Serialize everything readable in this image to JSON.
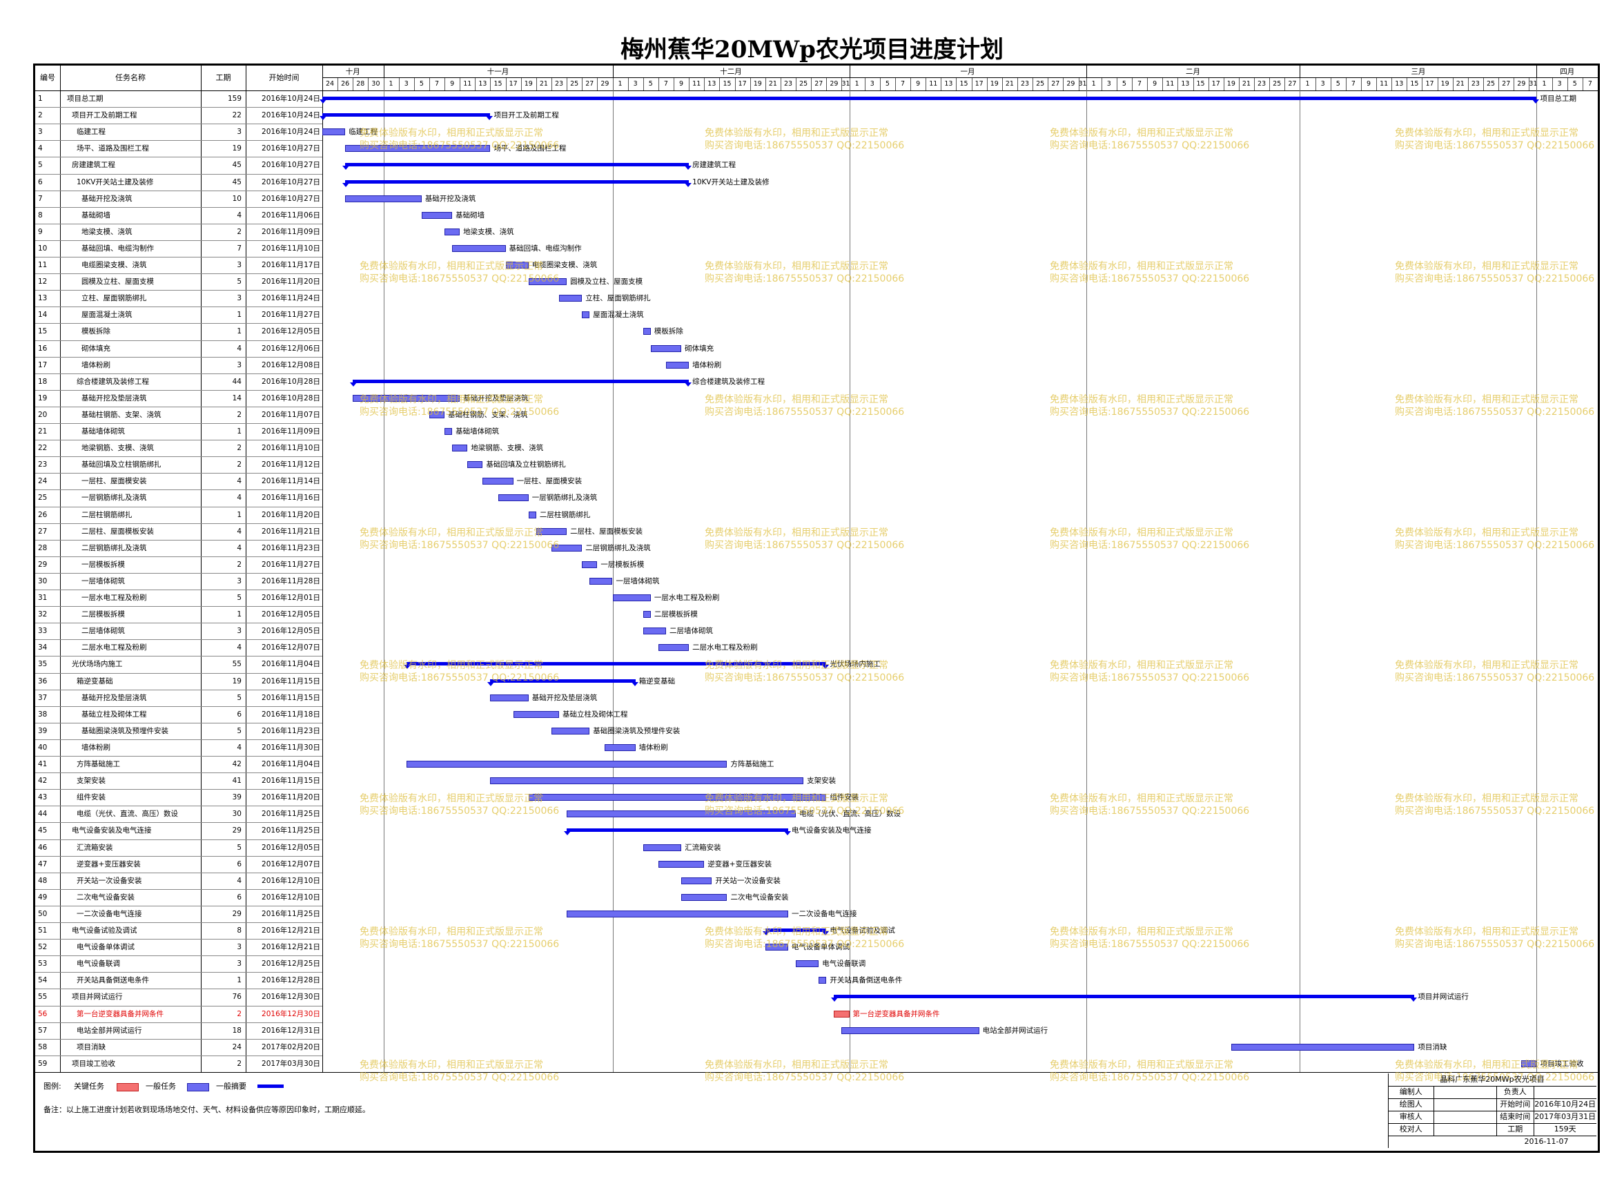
{
  "title": "梅州蕉华20MWp农光项目进度计划",
  "headers": {
    "no": "编号",
    "name": "任务名称",
    "dur": "工期",
    "start": "开始时间"
  },
  "months": [
    {
      "label": "十月",
      "first": "2016-10-24",
      "last": "2016-10-31"
    },
    {
      "label": "十一月",
      "first": "2016-11-01",
      "last": "2016-11-30"
    },
    {
      "label": "十二月",
      "first": "2016-12-01",
      "last": "2016-12-31"
    },
    {
      "label": "一月",
      "first": "2017-01-01",
      "last": "2017-01-31"
    },
    {
      "label": "二月",
      "first": "2017-02-01",
      "last": "2017-02-28"
    },
    {
      "label": "三月",
      "first": "2017-03-01",
      "last": "2017-03-31"
    },
    {
      "label": "四月",
      "first": "2017-04-01",
      "last": "2017-04-08"
    }
  ],
  "timeline": {
    "start": "2016-10-24",
    "end": "2017-04-08"
  },
  "tasks": [
    {
      "no": "1",
      "name": "项目总工期",
      "dur": "159",
      "start": "2016年10月24日",
      "indent": 1,
      "type": "summary",
      "s": "2016-10-24",
      "d": 159,
      "label": "项目总工期"
    },
    {
      "no": "2",
      "name": "项目开工及前期工程",
      "dur": "22",
      "start": "2016年10月24日",
      "indent": 2,
      "type": "summary",
      "s": "2016-10-24",
      "d": 22,
      "label": "项目开工及前期工程"
    },
    {
      "no": "3",
      "name": "临建工程",
      "dur": "3",
      "start": "2016年10月24日",
      "indent": 3,
      "type": "task",
      "s": "2016-10-24",
      "d": 3,
      "label": "临建工程"
    },
    {
      "no": "4",
      "name": "场平、道路及围栏工程",
      "dur": "19",
      "start": "2016年10月27日",
      "indent": 3,
      "type": "task",
      "s": "2016-10-27",
      "d": 19,
      "label": "场平、道路及围栏工程"
    },
    {
      "no": "5",
      "name": "房建建筑工程",
      "dur": "45",
      "start": "2016年10月27日",
      "indent": 2,
      "type": "summary",
      "s": "2016-10-27",
      "d": 45,
      "label": "房建建筑工程"
    },
    {
      "no": "6",
      "name": "10KV开关站土建及装修",
      "dur": "45",
      "start": "2016年10月27日",
      "indent": 3,
      "type": "summary",
      "s": "2016-10-27",
      "d": 45,
      "label": "10KV开关站土建及装修"
    },
    {
      "no": "7",
      "name": "基础开挖及浇筑",
      "dur": "10",
      "start": "2016年10月27日",
      "indent": 4,
      "type": "task",
      "s": "2016-10-27",
      "d": 10,
      "label": "基础开挖及浇筑"
    },
    {
      "no": "8",
      "name": "基础砌墙",
      "dur": "4",
      "start": "2016年11月06日",
      "indent": 4,
      "type": "task",
      "s": "2016-11-06",
      "d": 4,
      "label": "基础砌墙"
    },
    {
      "no": "9",
      "name": "地梁支模、浇筑",
      "dur": "2",
      "start": "2016年11月09日",
      "indent": 4,
      "type": "task",
      "s": "2016-11-09",
      "d": 2,
      "label": "地梁支模、浇筑"
    },
    {
      "no": "10",
      "name": "基础回填、电缆沟制作",
      "dur": "7",
      "start": "2016年11月10日",
      "indent": 4,
      "type": "task",
      "s": "2016-11-10",
      "d": 7,
      "label": "基础回填、电缆沟制作"
    },
    {
      "no": "11",
      "name": "电缆圈梁支模、浇筑",
      "dur": "3",
      "start": "2016年11月17日",
      "indent": 4,
      "type": "task",
      "s": "2016-11-17",
      "d": 3,
      "label": "电缆圈梁支模、浇筑"
    },
    {
      "no": "12",
      "name": "圆模及立柱、屋面支模",
      "dur": "5",
      "start": "2016年11月20日",
      "indent": 4,
      "type": "task",
      "s": "2016-11-20",
      "d": 5,
      "label": "圆模及立柱、屋面支模"
    },
    {
      "no": "13",
      "name": "立柱、屋面钢筋绑扎",
      "dur": "3",
      "start": "2016年11月24日",
      "indent": 4,
      "type": "task",
      "s": "2016-11-24",
      "d": 3,
      "label": "立柱、屋面钢筋绑扎"
    },
    {
      "no": "14",
      "name": "屋面混凝土浇筑",
      "dur": "1",
      "start": "2016年11月27日",
      "indent": 4,
      "type": "task",
      "s": "2016-11-27",
      "d": 1,
      "label": "屋面混凝土浇筑"
    },
    {
      "no": "15",
      "name": "模板拆除",
      "dur": "1",
      "start": "2016年12月05日",
      "indent": 4,
      "type": "task",
      "s": "2016-12-05",
      "d": 1,
      "label": "模板拆除"
    },
    {
      "no": "16",
      "name": "砌体填充",
      "dur": "4",
      "start": "2016年12月06日",
      "indent": 4,
      "type": "task",
      "s": "2016-12-06",
      "d": 4,
      "label": "砌体填充"
    },
    {
      "no": "17",
      "name": "墙体粉刷",
      "dur": "3",
      "start": "2016年12月08日",
      "indent": 4,
      "type": "task",
      "s": "2016-12-08",
      "d": 3,
      "label": "墙体粉刷"
    },
    {
      "no": "18",
      "name": "综合楼建筑及装修工程",
      "dur": "44",
      "start": "2016年10月28日",
      "indent": 3,
      "type": "summary",
      "s": "2016-10-28",
      "d": 44,
      "label": "综合楼建筑及装修工程"
    },
    {
      "no": "19",
      "name": "基础开挖及垫层浇筑",
      "dur": "14",
      "start": "2016年10月28日",
      "indent": 4,
      "type": "task",
      "s": "2016-10-28",
      "d": 14,
      "label": "基础开挖及垫层浇筑"
    },
    {
      "no": "20",
      "name": "基础柱钢筋、支架、浇筑",
      "dur": "2",
      "start": "2016年11月07日",
      "indent": 4,
      "type": "task",
      "s": "2016-11-07",
      "d": 2,
      "label": "基础柱钢筋、支架、浇筑"
    },
    {
      "no": "21",
      "name": "基础墙体砌筑",
      "dur": "1",
      "start": "2016年11月09日",
      "indent": 4,
      "type": "task",
      "s": "2016-11-09",
      "d": 1,
      "label": "基础墙体砌筑"
    },
    {
      "no": "22",
      "name": "地梁钢筋、支模、浇筑",
      "dur": "2",
      "start": "2016年11月10日",
      "indent": 4,
      "type": "task",
      "s": "2016-11-10",
      "d": 2,
      "label": "地梁钢筋、支模、浇筑"
    },
    {
      "no": "23",
      "name": "基础回填及立柱钢筋绑扎",
      "dur": "2",
      "start": "2016年11月12日",
      "indent": 4,
      "type": "task",
      "s": "2016-11-12",
      "d": 2,
      "label": "基础回填及立柱钢筋绑扎"
    },
    {
      "no": "24",
      "name": "一层柱、屋面模安装",
      "dur": "4",
      "start": "2016年11月14日",
      "indent": 4,
      "type": "task",
      "s": "2016-11-14",
      "d": 4,
      "label": "一层柱、屋面模安装"
    },
    {
      "no": "25",
      "name": "一层钢筋绑扎及浇筑",
      "dur": "4",
      "start": "2016年11月16日",
      "indent": 4,
      "type": "task",
      "s": "2016-11-16",
      "d": 4,
      "label": "一层钢筋绑扎及浇筑"
    },
    {
      "no": "26",
      "name": "二层柱钢筋绑扎",
      "dur": "1",
      "start": "2016年11月20日",
      "indent": 4,
      "type": "task",
      "s": "2016-11-20",
      "d": 1,
      "label": "二层柱钢筋绑扎"
    },
    {
      "no": "27",
      "name": "二层柱、屋面模板安装",
      "dur": "4",
      "start": "2016年11月21日",
      "indent": 4,
      "type": "task",
      "s": "2016-11-21",
      "d": 4,
      "label": "二层柱、屋面模板安装"
    },
    {
      "no": "28",
      "name": "二层钢筋绑扎及浇筑",
      "dur": "4",
      "start": "2016年11月23日",
      "indent": 4,
      "type": "task",
      "s": "2016-11-23",
      "d": 4,
      "label": "二层钢筋绑扎及浇筑"
    },
    {
      "no": "29",
      "name": "一层模板拆模",
      "dur": "2",
      "start": "2016年11月27日",
      "indent": 4,
      "type": "task",
      "s": "2016-11-27",
      "d": 2,
      "label": "一层模板拆模"
    },
    {
      "no": "30",
      "name": "一层墙体砌筑",
      "dur": "3",
      "start": "2016年11月28日",
      "indent": 4,
      "type": "task",
      "s": "2016-11-28",
      "d": 3,
      "label": "一层墙体砌筑"
    },
    {
      "no": "31",
      "name": "一层水电工程及粉刷",
      "dur": "5",
      "start": "2016年12月01日",
      "indent": 4,
      "type": "task",
      "s": "2016-12-01",
      "d": 5,
      "label": "一层水电工程及粉刷"
    },
    {
      "no": "32",
      "name": "二层模板拆模",
      "dur": "1",
      "start": "2016年12月05日",
      "indent": 4,
      "type": "task",
      "s": "2016-12-05",
      "d": 1,
      "label": "二层模板拆模"
    },
    {
      "no": "33",
      "name": "二层墙体砌筑",
      "dur": "3",
      "start": "2016年12月05日",
      "indent": 4,
      "type": "task",
      "s": "2016-12-05",
      "d": 3,
      "label": "二层墙体砌筑"
    },
    {
      "no": "34",
      "name": "二层水电工程及粉刷",
      "dur": "4",
      "start": "2016年12月07日",
      "indent": 4,
      "type": "task",
      "s": "2016-12-07",
      "d": 4,
      "label": "二层水电工程及粉刷"
    },
    {
      "no": "35",
      "name": "光伏场场内施工",
      "dur": "55",
      "start": "2016年11月04日",
      "indent": 2,
      "type": "summary",
      "s": "2016-11-04",
      "d": 55,
      "label": "光伏场场内施工"
    },
    {
      "no": "36",
      "name": "箱逆变基础",
      "dur": "19",
      "start": "2016年11月15日",
      "indent": 3,
      "type": "summary",
      "s": "2016-11-15",
      "d": 19,
      "label": "箱逆变基础"
    },
    {
      "no": "37",
      "name": "基础开挖及垫层浇筑",
      "dur": "5",
      "start": "2016年11月15日",
      "indent": 4,
      "type": "task",
      "s": "2016-11-15",
      "d": 5,
      "label": "基础开挖及垫层浇筑"
    },
    {
      "no": "38",
      "name": "基础立柱及砌体工程",
      "dur": "6",
      "start": "2016年11月18日",
      "indent": 4,
      "type": "task",
      "s": "2016-11-18",
      "d": 6,
      "label": "基础立柱及砌体工程"
    },
    {
      "no": "39",
      "name": "基础圈梁浇筑及预埋件安装",
      "dur": "5",
      "start": "2016年11月23日",
      "indent": 4,
      "type": "task",
      "s": "2016-11-23",
      "d": 5,
      "label": "基础圈梁浇筑及预埋件安装"
    },
    {
      "no": "40",
      "name": "墙体粉刷",
      "dur": "4",
      "start": "2016年11月30日",
      "indent": 4,
      "type": "task",
      "s": "2016-11-30",
      "d": 4,
      "label": "墙体粉刷"
    },
    {
      "no": "41",
      "name": "方阵基础施工",
      "dur": "42",
      "start": "2016年11月04日",
      "indent": 3,
      "type": "task",
      "s": "2016-11-04",
      "d": 42,
      "label": "方阵基础施工"
    },
    {
      "no": "42",
      "name": "支架安装",
      "dur": "41",
      "start": "2016年11月15日",
      "indent": 3,
      "type": "task",
      "s": "2016-11-15",
      "d": 41,
      "label": "支架安装"
    },
    {
      "no": "43",
      "name": "组件安装",
      "dur": "39",
      "start": "2016年11月20日",
      "indent": 3,
      "type": "task",
      "s": "2016-11-20",
      "d": 39,
      "label": "组件安装"
    },
    {
      "no": "44",
      "name": "电缆（光伏、直流、高压）数设",
      "dur": "30",
      "start": "2016年11月25日",
      "indent": 3,
      "type": "task",
      "s": "2016-11-25",
      "d": 30,
      "label": "电缆（光伏、直流、高压）数设"
    },
    {
      "no": "45",
      "name": "电气设备安装及电气连接",
      "dur": "29",
      "start": "2016年11月25日",
      "indent": 2,
      "type": "summary",
      "s": "2016-11-25",
      "d": 29,
      "label": "电气设备安装及电气连接"
    },
    {
      "no": "46",
      "name": "汇流箱安装",
      "dur": "5",
      "start": "2016年12月05日",
      "indent": 3,
      "type": "task",
      "s": "2016-12-05",
      "d": 5,
      "label": "汇流箱安装"
    },
    {
      "no": "47",
      "name": "逆变器+变压器安装",
      "dur": "6",
      "start": "2016年12月07日",
      "indent": 3,
      "type": "task",
      "s": "2016-12-07",
      "d": 6,
      "label": "逆变器+变压器安装"
    },
    {
      "no": "48",
      "name": "开关站一次设备安装",
      "dur": "4",
      "start": "2016年12月10日",
      "indent": 3,
      "type": "task",
      "s": "2016-12-10",
      "d": 4,
      "label": "开关站一次设备安装"
    },
    {
      "no": "49",
      "name": "二次电气设备安装",
      "dur": "6",
      "start": "2016年12月10日",
      "indent": 3,
      "type": "task",
      "s": "2016-12-10",
      "d": 6,
      "label": "二次电气设备安装"
    },
    {
      "no": "50",
      "name": "一二次设备电气连接",
      "dur": "29",
      "start": "2016年11月25日",
      "indent": 3,
      "type": "task",
      "s": "2016-11-25",
      "d": 29,
      "label": "一二次设备电气连接"
    },
    {
      "no": "51",
      "name": "电气设备试验及调试",
      "dur": "8",
      "start": "2016年12月21日",
      "indent": 2,
      "type": "summary",
      "s": "2016-12-21",
      "d": 8,
      "label": "电气设备试验及调试"
    },
    {
      "no": "52",
      "name": "电气设备单体调试",
      "dur": "3",
      "start": "2016年12月21日",
      "indent": 3,
      "type": "task",
      "s": "2016-12-21",
      "d": 3,
      "label": "电气设备单体调试"
    },
    {
      "no": "53",
      "name": "电气设备联调",
      "dur": "3",
      "start": "2016年12月25日",
      "indent": 3,
      "type": "task",
      "s": "2016-12-25",
      "d": 3,
      "label": "电气设备联调"
    },
    {
      "no": "54",
      "name": "开关站具备倒送电条件",
      "dur": "1",
      "start": "2016年12月28日",
      "indent": 3,
      "type": "task",
      "s": "2016-12-28",
      "d": 1,
      "label": "开关站具备倒送电条件"
    },
    {
      "no": "55",
      "name": "项目并网试运行",
      "dur": "76",
      "start": "2016年12月30日",
      "indent": 2,
      "type": "summary",
      "s": "2016-12-30",
      "d": 76,
      "label": "项目并网试运行"
    },
    {
      "no": "56",
      "name": "第一台逆变器具备并网条件",
      "dur": "2",
      "start": "2016年12月30日",
      "indent": 3,
      "type": "critical",
      "s": "2016-12-30",
      "d": 2,
      "label": "第一台逆变器具备并网条件"
    },
    {
      "no": "57",
      "name": "电站全部并网试运行",
      "dur": "18",
      "start": "2016年12月31日",
      "indent": 3,
      "type": "task",
      "s": "2016-12-31",
      "d": 18,
      "label": "电站全部并网试运行"
    },
    {
      "no": "58",
      "name": "项目消缺",
      "dur": "24",
      "start": "2017年02月20日",
      "indent": 3,
      "type": "task",
      "s": "2017-02-20",
      "d": 24,
      "label": "项目消缺"
    },
    {
      "no": "59",
      "name": "项目竣工验收",
      "dur": "2",
      "start": "2017年03月30日",
      "indent": 2,
      "type": "task",
      "s": "2017-03-30",
      "d": 2,
      "label": "项目竣工验收"
    }
  ],
  "watermark": {
    "line1": "免费体验版有水印，相用和正式版显示正常",
    "line2": "购买咨询电话:18675550537 QQ:22150066"
  },
  "legend": {
    "label": "图例:",
    "critical": "关键任务",
    "task": "一般任务",
    "summary": "一般摘要",
    "note": "备注：以上施工进度计划若收到现场场地交付、天气、材料设备供应等原因印象时，工期应顺延。"
  },
  "infobox": {
    "title": "晶科广东蕉华20MWp农光项目",
    "rows": [
      [
        "编制人",
        "",
        "负责人",
        ""
      ],
      [
        "绘图人",
        "",
        "开始时间",
        "2016年10月24日"
      ],
      [
        "审核人",
        "",
        "结束时间",
        "2017年03月31日"
      ],
      [
        "校对人",
        "",
        "工期",
        "159天"
      ]
    ],
    "date": "2016-11-07"
  },
  "colors": {
    "summary": "#0000ee",
    "task_fill": "#6b6bf2",
    "task_border": "#2222aa",
    "critical_fill": "#f47070",
    "critical_border": "#c02020",
    "critical_text": "#e00000",
    "watermark": "#dcbc3a"
  }
}
